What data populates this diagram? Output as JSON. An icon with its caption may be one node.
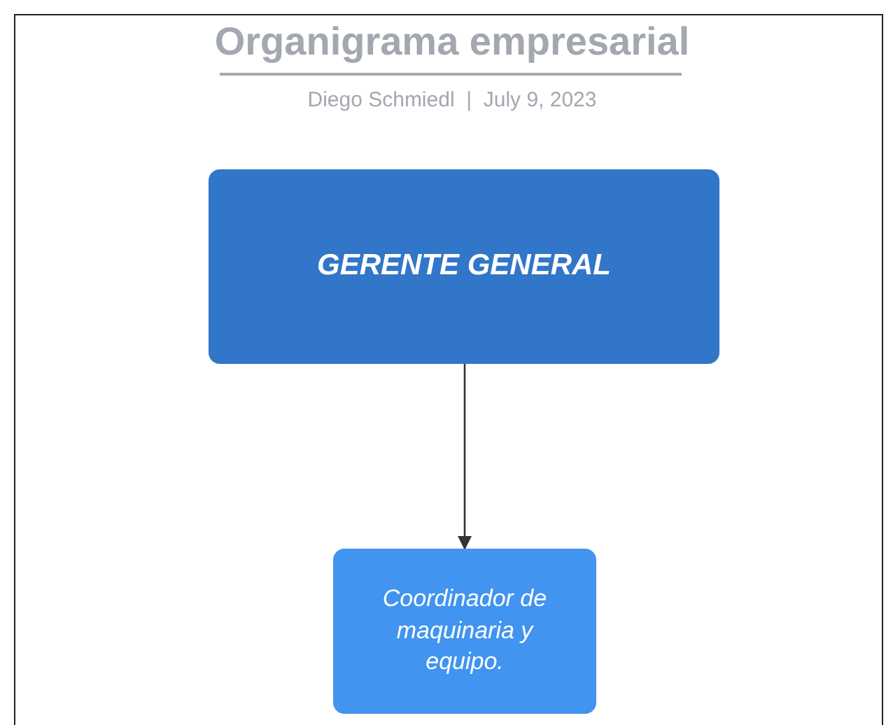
{
  "diagram": {
    "title": "Organigrama empresarial",
    "nodes": [
      {
        "text": [
          "GERENTE GENERAL"
        ]
      },
      {
        "text": [
          "Coordinador de maquinaria y equipo."
        ]
      }
    ],
    "edges": [
      {
        "from": 0,
        "to": 1,
        "arrow": "to"
      }
    ],
    "labels": [
      "Diego Schmiedl  |  July 9, 2023"
    ]
  }
}
